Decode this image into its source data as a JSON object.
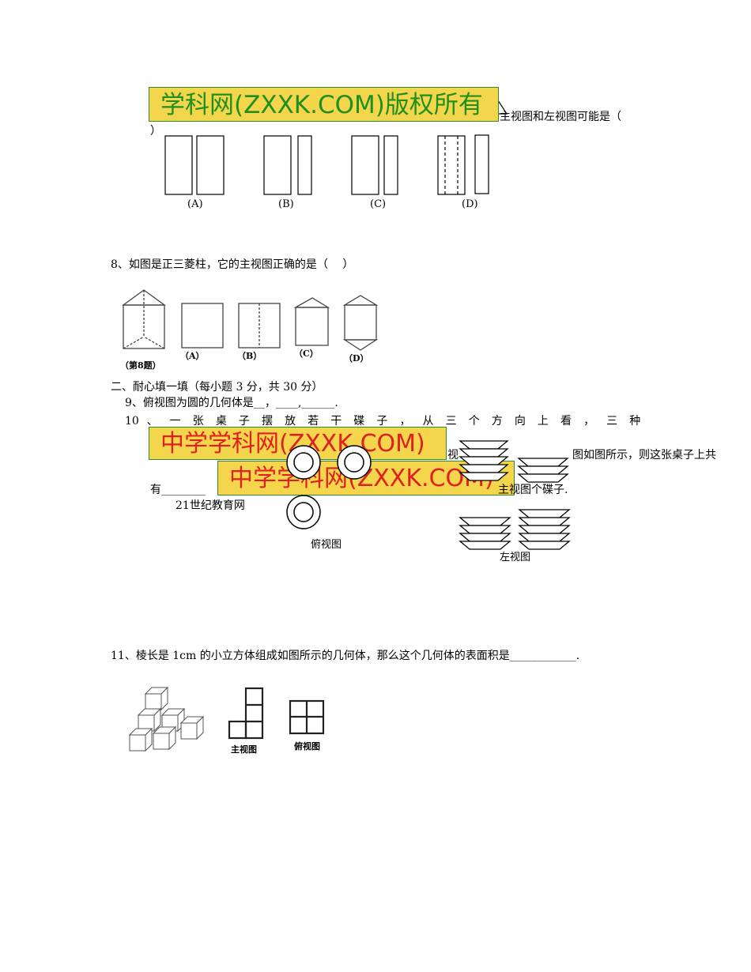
{
  "watermarks": {
    "top": "学科网(ZXXK.COM)版权所有",
    "middle1": "中学学科网(ZXXK.COM)",
    "middle2": "中学学科网(ZXXK.COM)",
    "small": "21世纪教育网"
  },
  "q7": {
    "text_tail": "主视图和左视图可能是（",
    "close_paren": "）",
    "options": [
      "(A)",
      "(B)",
      "(C)",
      "(D)"
    ]
  },
  "q8": {
    "text": "8、如图是正三菱柱，它的主视图正确的是（　 ）",
    "figure_caption": "（第8题）",
    "options": [
      "（A）",
      "（B）",
      "（C）",
      "（D）"
    ]
  },
  "section2": {
    "heading": "二、耐心填一填（每小题 3 分，共 30 分）"
  },
  "q9": {
    "text": "9、俯视图为圆的几何体是__，____,______."
  },
  "q10": {
    "line1": [
      "10",
      "、",
      "一",
      "张",
      "桌",
      "子",
      "摆",
      "放",
      "若",
      "干",
      "碟",
      "子",
      "，",
      "从",
      "三",
      "个",
      "方",
      "向",
      "上",
      "看",
      "，",
      "三",
      "种"
    ],
    "line2_a": "视",
    "line2_b": "图如图所示，则这张桌子上共",
    "line3_a": "有________",
    "line3_b": "主视图个碟子.",
    "labels": {
      "top": "俯视图",
      "left": "左视图"
    }
  },
  "q11": {
    "text": "11、棱长是 1cm 的小立方体组成如图所示的几何体，那么这个几何体的表面积是____________.",
    "labels": {
      "front": "主视图",
      "top": "俯视图"
    }
  }
}
